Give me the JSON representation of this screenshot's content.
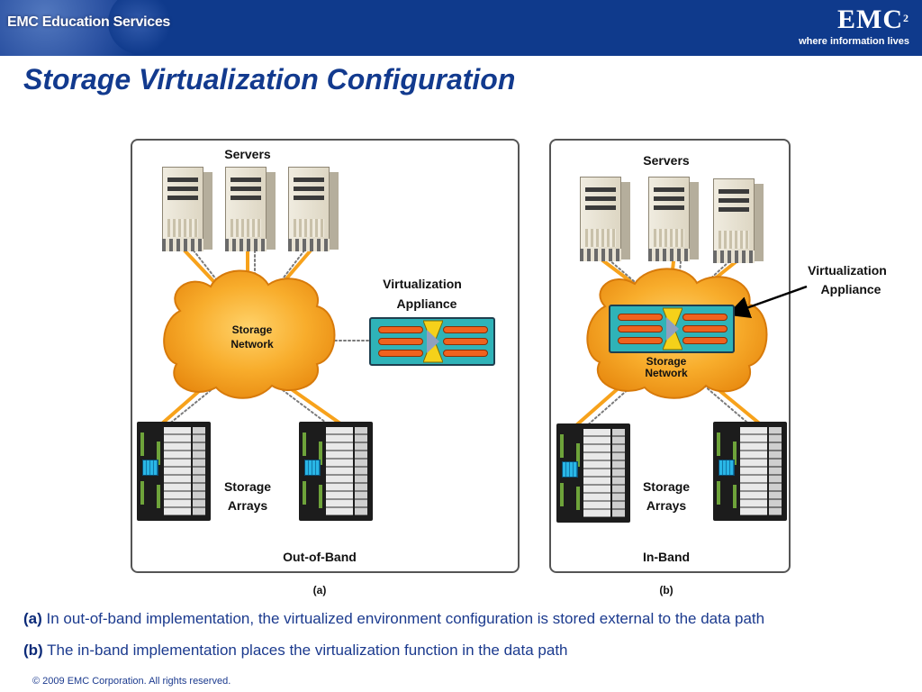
{
  "header": {
    "brand": "EMC Education Services",
    "logo_word": "EMC",
    "logo_sup": "2",
    "logo_tagline": "where information lives"
  },
  "title": "Storage Virtualization Configuration",
  "diagram": {
    "panel_a": {
      "servers_label": "Servers",
      "network_line1": "Storage",
      "network_line2": "Network",
      "appliance_line1": "Virtualization",
      "appliance_line2": "Appliance",
      "arrays_line1": "Storage",
      "arrays_line2": "Arrays",
      "mode_label": "Out-of-Band",
      "caption": "(a)"
    },
    "panel_b": {
      "servers_label": "Servers",
      "network_line1": "Storage",
      "network_line2": "Network",
      "appliance_line1": "Virtualization",
      "appliance_line2": "Appliance",
      "arrays_line1": "Storage",
      "arrays_line2": "Arrays",
      "mode_label": "In-Band",
      "caption": "(b)"
    }
  },
  "descriptions": [
    {
      "tag": "(a)",
      "text": "In out-of-band implementation, the virtualized environment configuration is stored external to the data path"
    },
    {
      "tag": "(b)",
      "text": "The in-band implementation places the virtualization function in the data path"
    }
  ],
  "footer": "© 2009 EMC Corporation. All rights reserved.",
  "colors": {
    "banner": "#0f3a8c",
    "title": "#123a8e",
    "cloud": "#f59a1c",
    "link_solid": "#f7a21b",
    "link_dotted": "#7a7a7a",
    "appliance": "#2fb3b8",
    "slots": "#f0621e"
  },
  "icons": [
    "server-icon",
    "storage-array-icon",
    "cloud-icon",
    "appliance-icon",
    "arrow-icon"
  ]
}
